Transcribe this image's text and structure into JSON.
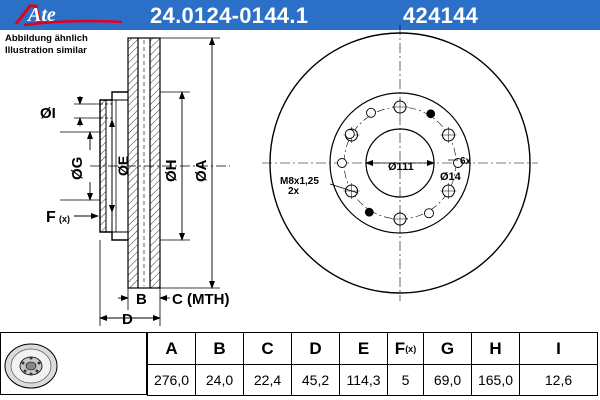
{
  "header": {
    "brand": "Ate",
    "part_number": "24.0124-0144.1",
    "ref_number": "424144"
  },
  "captions": {
    "de": "Abbildung ähnlich",
    "en": "Illustration similar"
  },
  "side_labels": {
    "i": "ØI",
    "g": "ØG",
    "e": "ØE",
    "h": "ØH",
    "a": "ØA",
    "f": "F",
    "f_suffix": "(x)",
    "b": "B",
    "c": "C (MTH)",
    "d": "D"
  },
  "front_labels": {
    "pcd": "Ø111",
    "holes_count": "6x",
    "holes_dia": "Ø14",
    "thread": "M8x1,25",
    "thread_count": "2x"
  },
  "table": {
    "headers": [
      "A",
      "B",
      "C",
      "D",
      "E",
      "F",
      "G",
      "H",
      "I"
    ],
    "f_suffix": "(x)",
    "values": [
      "276,0",
      "24,0",
      "22,4",
      "45,2",
      "114,3",
      "5",
      "69,0",
      "165,0",
      "12,6"
    ]
  },
  "colors": {
    "header_bg": "#2b6fc6",
    "logo_red": "#e2001a"
  }
}
